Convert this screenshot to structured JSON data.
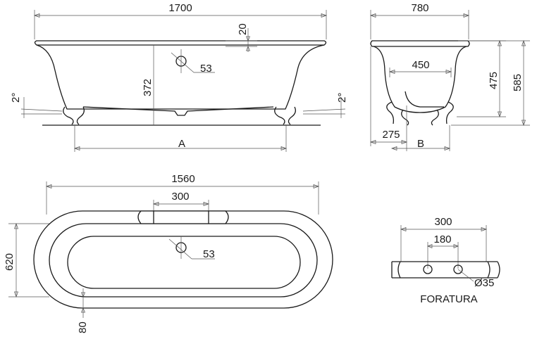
{
  "side_view": {
    "overall_length": "1700",
    "rim_thickness": "20",
    "overflow_hole": "53",
    "inner_height": "372",
    "slope_left": "2°",
    "slope_right": "2°",
    "feet_distance": "A"
  },
  "end_view": {
    "overall_width": "780",
    "inner_width": "450",
    "tub_height": "475",
    "total_height": "585",
    "foot_offset": "275",
    "feet_distance": "B"
  },
  "plan_view": {
    "inner_length": "1560",
    "deck_width": "300",
    "overall_width": "620",
    "drain_hole": "53",
    "rim_width": "80"
  },
  "drilling_detail": {
    "outer_span": "300",
    "hole_spacing": "180",
    "hole_diameter": "Ø35",
    "caption": "FORATURA"
  },
  "colors": {
    "line": "#1a1a1a",
    "dimension": "#555555",
    "background": "#ffffff"
  }
}
